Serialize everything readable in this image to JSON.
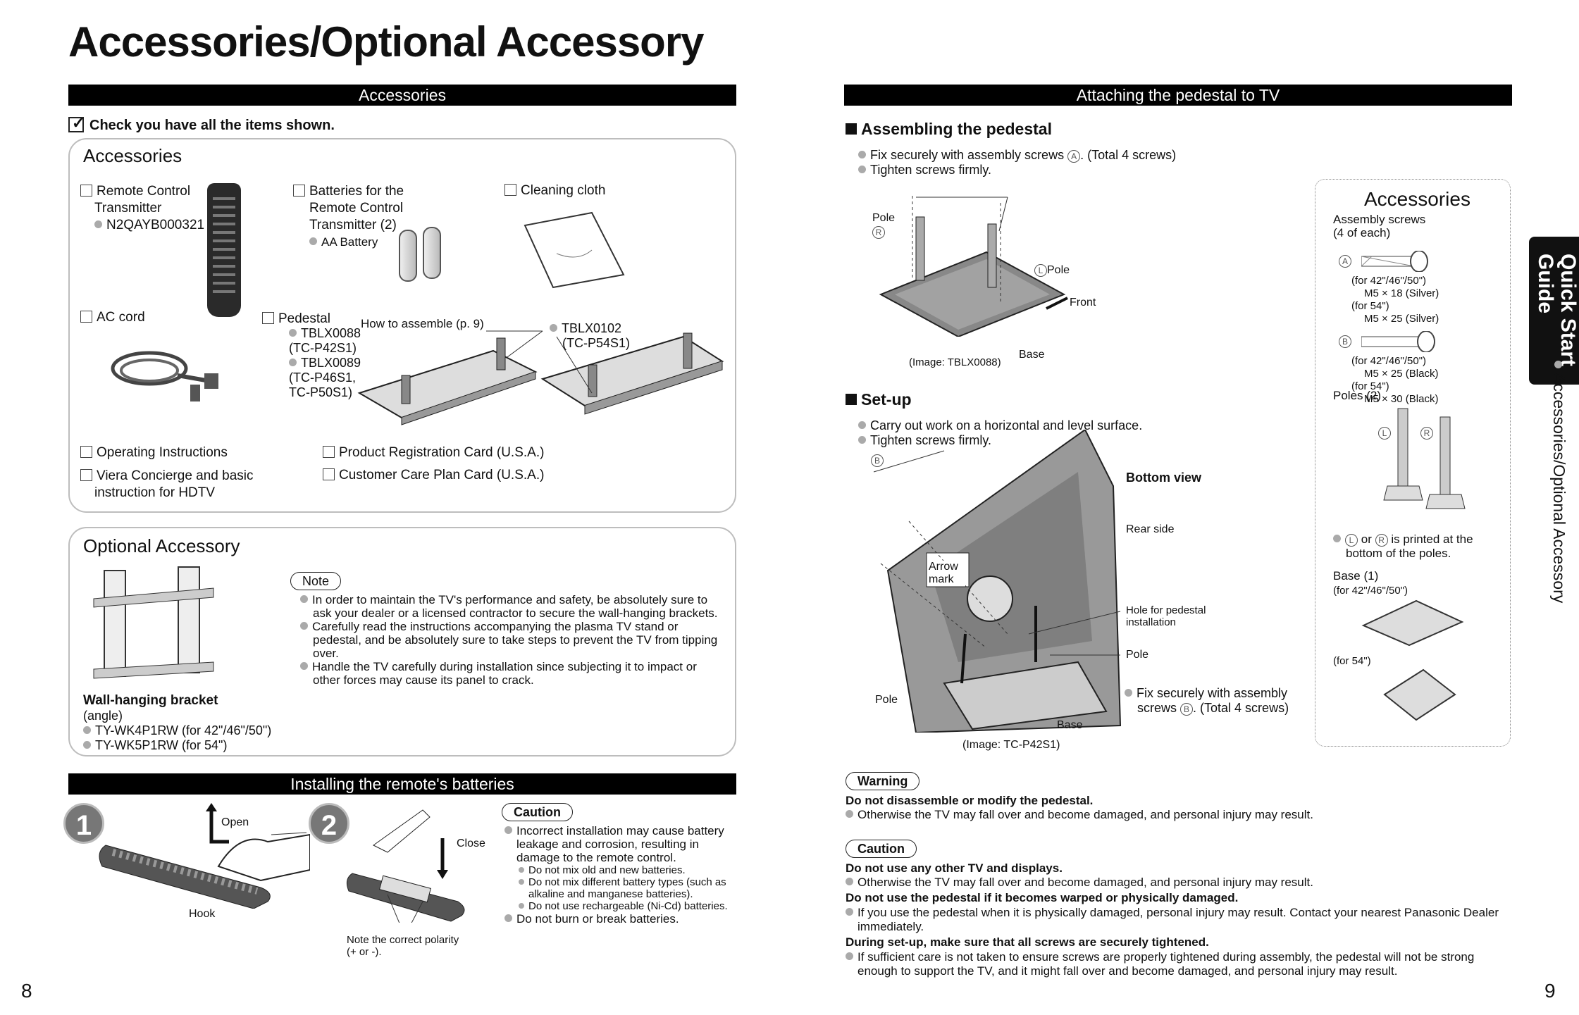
{
  "title": "Accessories/Optional Accessory",
  "left_page_number": "8",
  "right_page_number": "9",
  "side_tab": {
    "line1": "Quick Start",
    "line2": "Guide",
    "section": "Accessories/Optional Accessory"
  },
  "accessories_bar": "Accessories",
  "check_line": "Check you have all the items shown.",
  "accessories_box": {
    "heading": "Accessories",
    "remote": {
      "l1": "Remote Control",
      "l2": "Transmitter",
      "model": "N2QAYB000321"
    },
    "batteries": {
      "l1": "Batteries for the",
      "l2": "Remote Control",
      "l3": "Transmitter (2)",
      "sub": "AA Battery"
    },
    "cloth": "Cleaning cloth",
    "ac_cord": "AC cord",
    "pedestal": {
      "label": "Pedestal",
      "m1": "TBLX0088",
      "m1a": "(TC-P42S1)",
      "m2": "TBLX0089",
      "m2a": "(TC-P46S1,",
      "m2b": "TC-P50S1)",
      "howto": "How to assemble (p. 9)",
      "m3": "TBLX0102",
      "m3a": "(TC-P54S1)"
    },
    "op_instructions": "Operating Instructions",
    "viera_l1": "Viera Concierge and basic",
    "viera_l2": "instruction for HDTV",
    "product_reg": "Product Registration Card (U.S.A.)",
    "customer_care": "Customer Care Plan Card (U.S.A.)"
  },
  "optional_box": {
    "heading": "Optional Accessory",
    "bracket_title": "Wall-hanging bracket",
    "bracket_sub": "(angle)",
    "bracket_m1": "TY-WK4P1RW (for 42\"/46\"/50\")",
    "bracket_m2": "TY-WK5P1RW (for 54\")",
    "note_label": "Note",
    "note1": "In order to maintain the TV's performance and safety, be absolutely sure to ask your dealer or a licensed contractor to secure the wall-hanging brackets.",
    "note2": "Carefully read the instructions accompanying the plasma TV stand or pedestal, and be absolutely sure to take steps to prevent the TV from tipping over.",
    "note3": "Handle the TV carefully during installation since subjecting it to impact or other forces may cause its panel to crack."
  },
  "batteries_section": {
    "bar": "Installing the remote's batteries",
    "step1": "1",
    "step2": "2",
    "open": "Open",
    "hook": "Hook",
    "close": "Close",
    "polarity_l1": "Note the correct polarity",
    "polarity_l2": "(+ or -).",
    "caution_label": "Caution",
    "c1": "Incorrect installation may cause battery leakage and corrosion, resulting in damage to the remote control.",
    "c1a": "Do not mix old and new batteries.",
    "c1b": "Do not mix different battery types (such as alkaline and manganese batteries).",
    "c1c": "Do not use rechargeable (Ni-Cd) batteries.",
    "c2": "Do not burn or break batteries."
  },
  "right": {
    "bar": "Attaching the pedestal to TV",
    "assembling_title": "Assembling the pedestal",
    "asm1a": "Fix securely with assembly screws",
    "asm1b": ". (Total 4 screws)",
    "asm2": "Tighten screws firmly.",
    "pole_label": "Pole",
    "lpole_label": "Pole",
    "front_label": "Front",
    "base_label": "Base",
    "image1": "(Image: TBLX0088)",
    "setup_title": "Set-up",
    "set1": "Carry out work on a horizontal and level surface.",
    "set2": "Tighten screws firmly.",
    "bottom_view": "Bottom view",
    "rear_side": "Rear side",
    "arrow_mark": "Arrow mark",
    "hole_l1": "Hole for pedestal",
    "hole_l2": "installation",
    "pole2": "Pole",
    "pole3": "Pole",
    "base2": "Base",
    "fix_l1": "Fix securely with assembly",
    "fix_l2a": "screws",
    "fix_l2b": ". (Total 4 screws)",
    "image2": "(Image: TC-P42S1)",
    "acc_box": {
      "heading": "Accessories",
      "screws_l1": "Assembly screws",
      "screws_l2": "(4 of each)",
      "a_for1": "(for 42\"/46\"/50\")",
      "a_s1": "M5 × 18 (Silver)",
      "a_for2": "(for 54\")",
      "a_s2": "M5 × 25 (Silver)",
      "b_for1": "(for 42\"/46\"/50\")",
      "b_s1": "M5 × 25 (Black)",
      "b_for2": "(for 54\")",
      "b_s2": "M5 × 30 (Black)",
      "poles": "Poles (2)",
      "lr_note_l1a": "or",
      "lr_note_l1b": "is printed at the",
      "lr_note_l2": "bottom of the poles.",
      "base": "Base (1)",
      "base_for1": "(for 42\"/46\"/50\")",
      "base_for2": "(for 54\")"
    },
    "warning_label": "Warning",
    "w_title": "Do not disassemble or modify the pedestal.",
    "w_text": "Otherwise the TV may fall over and become damaged, and personal injury may result.",
    "caution_label": "Caution",
    "c1_title": "Do not use any other TV and displays.",
    "c1_text": "Otherwise the TV may fall over and become damaged, and personal injury may result.",
    "c2_title": "Do not use the pedestal if it becomes warped or physically damaged.",
    "c2_text": "If you use the pedestal when it is physically damaged, personal injury may result. Contact your nearest Panasonic Dealer immediately.",
    "c3_title": "During set-up, make sure that all screws are securely tightened.",
    "c3_text": "If sufficient care is not taken to ensure screws are properly tightened during assembly, the pedestal will not be strong enough to support the TV, and it might fall over and become damaged, and personal injury may result."
  }
}
